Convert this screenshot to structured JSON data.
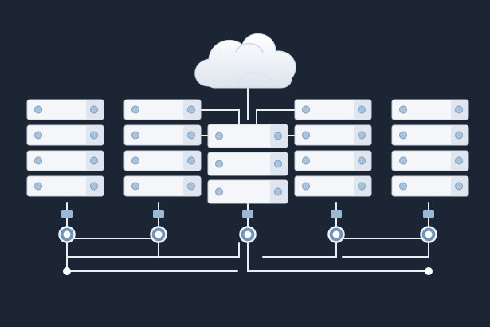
{
  "diagram": {
    "background": "#1b2533",
    "line_color": "#e9eef5",
    "unit_fill": "#f4f6fa",
    "unit_shade": "#dfe6ef",
    "led_color": "#a9c3dc",
    "led_stroke": "#7f9fbe",
    "connector_color": "#9bb8d4",
    "cloud_icon": "cloud-icon",
    "racks": [
      {
        "id": "rack-1",
        "units": 4
      },
      {
        "id": "rack-2",
        "units": 4
      },
      {
        "id": "rack-3",
        "units": 3
      },
      {
        "id": "rack-4",
        "units": 4
      },
      {
        "id": "rack-5",
        "units": 4
      }
    ],
    "network_nodes": 5,
    "bus_endpoints": 2
  }
}
